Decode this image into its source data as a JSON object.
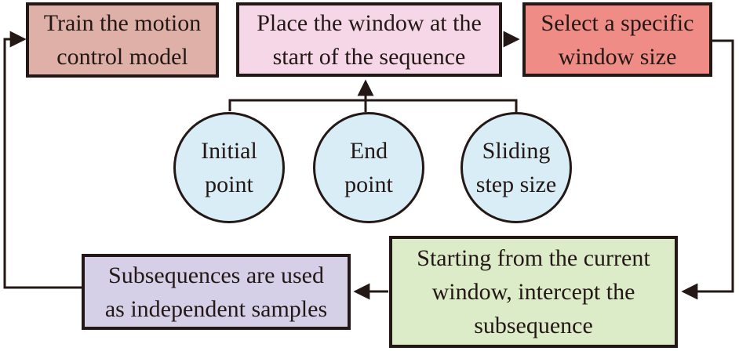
{
  "figure": {
    "type": "flowchart",
    "background": "#ffffff",
    "line_color": "#231815",
    "text_color": "#231815",
    "nodes": {
      "train": {
        "shape": "rect",
        "fill": "#deb0a7",
        "label": "Train the motion control model",
        "lines": [
          "Train the motion",
          "control model"
        ]
      },
      "place": {
        "shape": "rect",
        "fill": "#f6d7e7",
        "label": "Place the window at the start of the sequence",
        "lines": [
          "Place the window at the",
          "start of the sequence"
        ]
      },
      "select": {
        "shape": "rect",
        "fill": "#f08c86",
        "label": "Select a specific window size",
        "lines": [
          "Select a specific",
          "window size"
        ]
      },
      "intercept": {
        "shape": "rect",
        "fill": "#dcecc8",
        "label": "Starting from the current window, intercept the subsequence",
        "lines": [
          "Starting from the current",
          "window, intercept the",
          "subsequence"
        ]
      },
      "samples": {
        "shape": "rect",
        "fill": "#d5d0e7",
        "label": "Subsequences are used as independent samples",
        "lines": [
          "Subsequences are used",
          "as independent samples"
        ]
      },
      "initial_point": {
        "shape": "circle",
        "fill": "#d9edf6",
        "label": "Initial point",
        "lines": [
          "Initial",
          "point"
        ]
      },
      "end_point": {
        "shape": "circle",
        "fill": "#d9edf6",
        "label": "End point",
        "lines": [
          "End",
          "point"
        ]
      },
      "sliding_step": {
        "shape": "circle",
        "fill": "#d9edf6",
        "label": "Sliding step size",
        "lines": [
          "Sliding",
          "step size"
        ]
      }
    },
    "edges": [
      {
        "from": "place",
        "to": "select"
      },
      {
        "from": "select",
        "to": "intercept"
      },
      {
        "from": "intercept",
        "to": "samples"
      },
      {
        "from": "samples",
        "to": "train"
      },
      {
        "from": "initial_point,end_point,sliding_step",
        "to": "place"
      }
    ]
  }
}
